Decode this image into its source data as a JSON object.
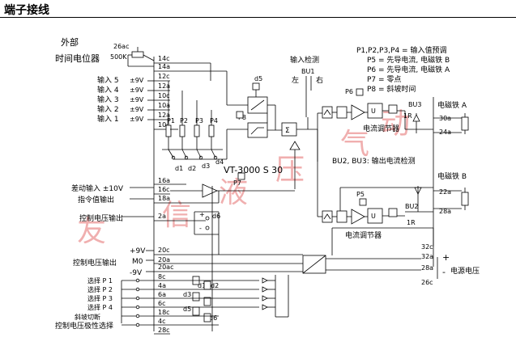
{
  "header": {
    "title": "端子接线"
  },
  "left_labels": {
    "external": "外部",
    "timer_pot": "时间电位器",
    "pot_26ac": "26ac",
    "pot_500k": "500K",
    "input5": "输入 5",
    "input4": "输入 4",
    "input3": "输入 3",
    "input2": "输入 2",
    "input1": "输入 1",
    "diff_input": "差动输入 ±10V",
    "cmd_output": "指令值输出",
    "ctrl_v_out_1": "控制电压输出",
    "plus9v": "+9V",
    "m0": "M0",
    "ctrl_v_out_2": "控制电压输出",
    "minus9v": "-9V",
    "sel_p1": "选择 P 1",
    "sel_p2": "选择 P 2",
    "sel_p3": "选择 P 3",
    "sel_p4": "选择 P 4",
    "ramp_switch": "斜坡切断",
    "polarity_select": "控制电压极性选择"
  },
  "volt_labels": [
    "±9V",
    "±9V",
    "±9V",
    "±9V",
    "±9V"
  ],
  "terminals_left": {
    "t14c": "14c",
    "t14a": "14a",
    "t12c": "12c",
    "t12a": "12a",
    "t10c": "10c",
    "t10a": "10a",
    "t12a2": "12a",
    "t10c2": "10c",
    "t16a": "16a",
    "t16c": "16c",
    "t18a": "18a",
    "t2a": "2a",
    "t20c": "20c",
    "t20a": "20a",
    "t20ac": "20ac",
    "t8c": "8c",
    "t4a": "4a",
    "t6a": "6a",
    "t6c": "6c",
    "t18c": "18c",
    "t4c": "4c",
    "t28c": "28c"
  },
  "terminals_right": {
    "t30a": "30a",
    "t24a": "24a",
    "t22a": "22a",
    "t28a": "28a",
    "t32c": "32c",
    "t32a": "32a",
    "t28a2": "28a",
    "t26c": "26c"
  },
  "center_labels": {
    "module": "VT-3000 S 30",
    "p1": "P1",
    "p2": "P2",
    "p3": "P3",
    "p4": "P4",
    "p5": "P5",
    "p6": "P6",
    "p7": "P7",
    "p8": "P8",
    "d1": "d1",
    "d2": "d2",
    "d3": "d3",
    "d4": "d4",
    "d5": "d5",
    "d6": "d6",
    "bu1": "BU1",
    "bu2": "BU2",
    "bu3": "BU3",
    "input_detect": "输入检测",
    "left": "左",
    "right": "右",
    "bu_note": "BU2, BU3: 输出电流检测",
    "current_reg_a": "电流调节器",
    "current_reg_b": "电流调节器",
    "solenoid_a": "电磁铁 A",
    "solenoid_b": "电磁铁 B",
    "power_supply": "电源电压",
    "plus": "+",
    "minus": "-",
    "r1": "1R",
    "r2": "1R",
    "sigma": "Σ"
  },
  "legend": {
    "line1": "P1,P2,P3,P4 = 输入值预调",
    "line2": "P5 = 先导电流, 电磁铁 B",
    "line3": "P6 = 先导电流, 电磁铁 A",
    "line4": "P7 = 零点",
    "line5": "P8 = 斜坡时间"
  },
  "watermark": {
    "c1": "友",
    "c2": "信",
    "c3": "液",
    "c4": "压",
    "c5": "气",
    "c6": "动"
  }
}
